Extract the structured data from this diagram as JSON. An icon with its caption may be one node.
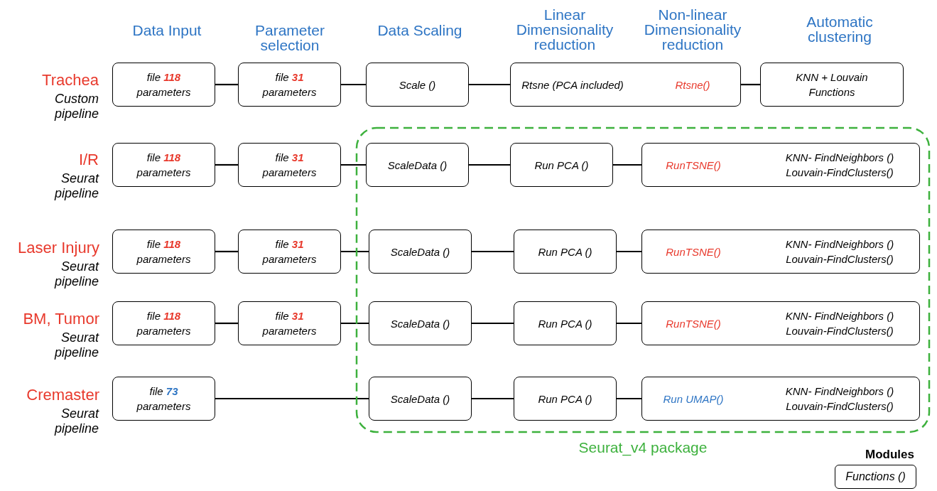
{
  "diagram": {
    "nodes": [
      {
        "text": [
          "file **118** parameters"
        ]
      },
      {
        "text": [
          "file **31** parameters"
        ]
      },
      {
        "text": [
          "Scale ()"
        ]
      },
      {
        "text": [
          "Rtsne (PCA included)",
          "Rtsne()"
        ]
      },
      {
        "text": [
          "KNN + Louvain Functions"
        ]
      },
      {
        "text": [
          "Seurat_v4 package"
        ]
      },
      {
        "text": [
          "file **118** parameters"
        ]
      },
      {
        "text": [
          "file **31** parameters"
        ]
      },
      {
        "text": [
          "ScaleData ()"
        ],
        "in": 5
      },
      {
        "text": [
          "Run PCA ()"
        ],
        "in": 5
      },
      {
        "text": [
          "RunTSNE()",
          "KNN- FindNeighbors () Louvain-FindClusters()"
        ],
        "in": 5
      },
      {
        "text": [
          "file **118** parameters"
        ]
      },
      {
        "text": [
          "file **31** parameters"
        ]
      },
      {
        "text": [
          "ScaleData ()"
        ],
        "in": 5
      },
      {
        "text": [
          "Run PCA ()"
        ],
        "in": 5
      },
      {
        "text": [
          "RunTSNE()",
          "KNN- FindNeighbors () Louvain-FindClusters()"
        ],
        "in": 5
      },
      {
        "text": [
          "file **118** parameters"
        ]
      },
      {
        "text": [
          "file **31** parameters"
        ]
      },
      {
        "text": [
          "ScaleData ()"
        ],
        "in": 5
      },
      {
        "text": [
          "Run PCA ()"
        ],
        "in": 5
      },
      {
        "text": [
          "RunTSNE()",
          "KNN- FindNeighbors () Louvain-FindClusters()"
        ],
        "in": 5
      },
      {
        "text": [
          "file **73** parameters"
        ]
      },
      {
        "text": [
          "ScaleData ()"
        ],
        "in": 5
      },
      {
        "text": [
          "Run PCA ()"
        ],
        "in": 5
      },
      {
        "text": [
          "Run UMAP()",
          "KNN- FindNeighbors () Louvain-FindClusters()"
        ],
        "in": 5
      },
      {
        "text": [
          "Modules",
          "Functions ()"
        ]
      }
    ],
    "edges": [
      {
        "from": 0,
        "to": 1,
        "arrow": "none"
      },
      {
        "from": 1,
        "to": 2,
        "arrow": "none"
      },
      {
        "from": 2,
        "to": 3,
        "arrow": "none"
      },
      {
        "from": 3,
        "to": 4,
        "arrow": "none"
      },
      {
        "from": 6,
        "to": 7,
        "arrow": "none"
      },
      {
        "from": 7,
        "to": 8,
        "arrow": "none"
      },
      {
        "from": 8,
        "to": 9,
        "arrow": "none"
      },
      {
        "from": 9,
        "to": 10,
        "arrow": "none"
      },
      {
        "from": 11,
        "to": 12,
        "arrow": "none"
      },
      {
        "from": 12,
        "to": 13,
        "arrow": "none"
      },
      {
        "from": 13,
        "to": 14,
        "arrow": "none"
      },
      {
        "from": 14,
        "to": 15,
        "arrow": "none"
      },
      {
        "from": 16,
        "to": 17,
        "arrow": "none"
      },
      {
        "from": 17,
        "to": 18,
        "arrow": "none"
      },
      {
        "from": 18,
        "to": 19,
        "arrow": "none"
      },
      {
        "from": 19,
        "to": 20,
        "arrow": "none"
      },
      {
        "from": 21,
        "to": 22,
        "arrow": "none"
      },
      {
        "from": 22,
        "to": 23,
        "arrow": "none"
      },
      {
        "from": 23,
        "to": 24,
        "arrow": "none"
      }
    ],
    "labels": [
      "Data Input",
      "Parameter selection",
      "Data Scaling",
      "Linear Dimensionality reduction",
      "Non-linear Dimensionality reduction",
      "Automatic clustering",
      "Trachea",
      "Custom pipeline",
      "I/R",
      "Seurat pipeline",
      "Laser Injury",
      "Seurat pipeline",
      "BM, Tumor",
      "Seurat pipeline",
      "Cremaster",
      "Seurat pipeline"
    ]
  }
}
